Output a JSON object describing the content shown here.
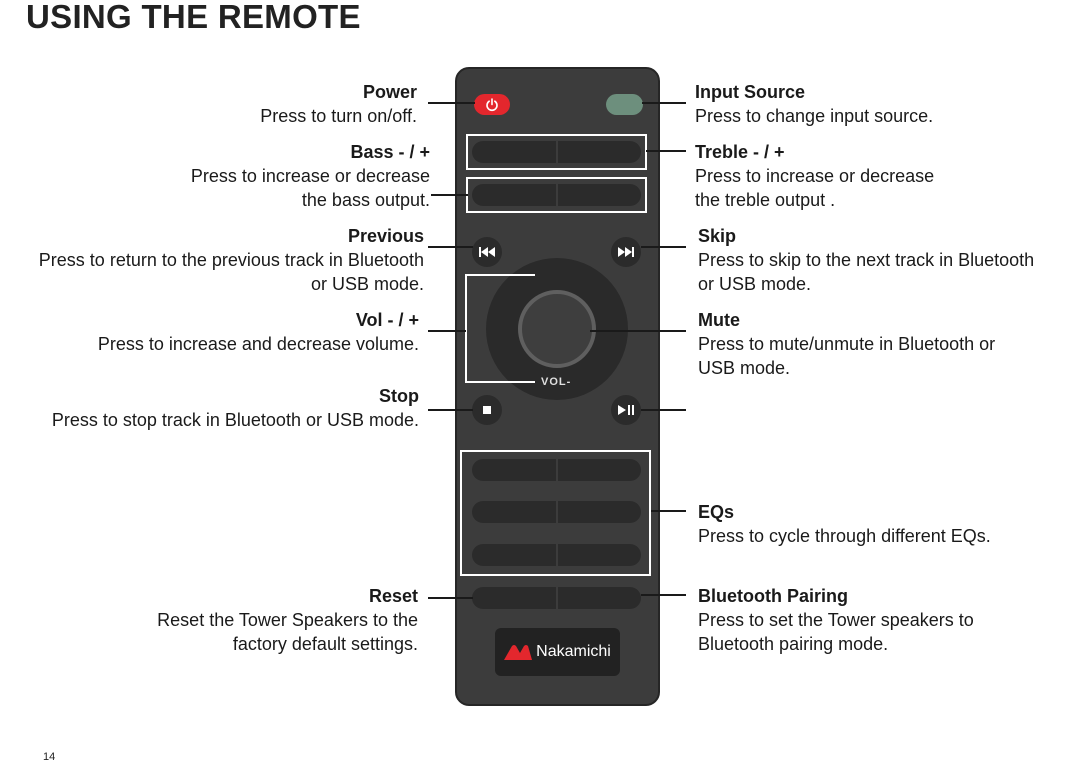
{
  "page": {
    "title": "USING THE REMOTE",
    "page_number": "14"
  },
  "labels": {
    "power": {
      "head": "Power",
      "desc": "Press to turn on/off."
    },
    "bass": {
      "head": "Bass - / +",
      "desc1": "Press to increase or decrease",
      "desc2": "the bass output."
    },
    "previous": {
      "head": "Previous",
      "desc1": "Press to return to the previous track in Bluetooth",
      "desc2": "or USB mode."
    },
    "vol": {
      "head": "Vol - / +",
      "desc": "Press to increase and decrease volume."
    },
    "stop": {
      "head": "Stop",
      "desc": "Press to stop track in Bluetooth or USB mode."
    },
    "reset": {
      "head": "Reset",
      "desc1": "Reset the Tower Speakers to the",
      "desc2": "factory default settings."
    },
    "input_source": {
      "head": "Input Source",
      "desc": "Press to change input source."
    },
    "treble": {
      "head": "Treble - / +",
      "desc1": "Press to increase or decrease",
      "desc2": "the treble output ."
    },
    "skip": {
      "head": "Skip",
      "desc1": "Press to skip to the next track in Bluetooth",
      "desc2": "or USB mode."
    },
    "mute": {
      "head": "Mute",
      "desc1": "Press to mute/unmute in Bluetooth or",
      "desc2": "USB mode."
    },
    "eqs": {
      "head": "EQs",
      "desc": "Press to cycle through different EQs."
    },
    "bluetooth_pairing": {
      "head": "Bluetooth Pairing",
      "desc1": "Press to set the Tower speakers to",
      "desc2": "Bluetooth pairing mode."
    }
  },
  "remote": {
    "vol_label": "VOL-",
    "brand": "Nakamichi",
    "colors": {
      "body": "#3c3c3c",
      "button": "#2b2b2b",
      "power": "#e3272d",
      "input": "#6d8f7d"
    },
    "icons": [
      "power-icon",
      "previous-track-icon",
      "next-track-icon",
      "stop-icon",
      "play-pause-icon",
      "nakamichi-logo-icon"
    ]
  }
}
